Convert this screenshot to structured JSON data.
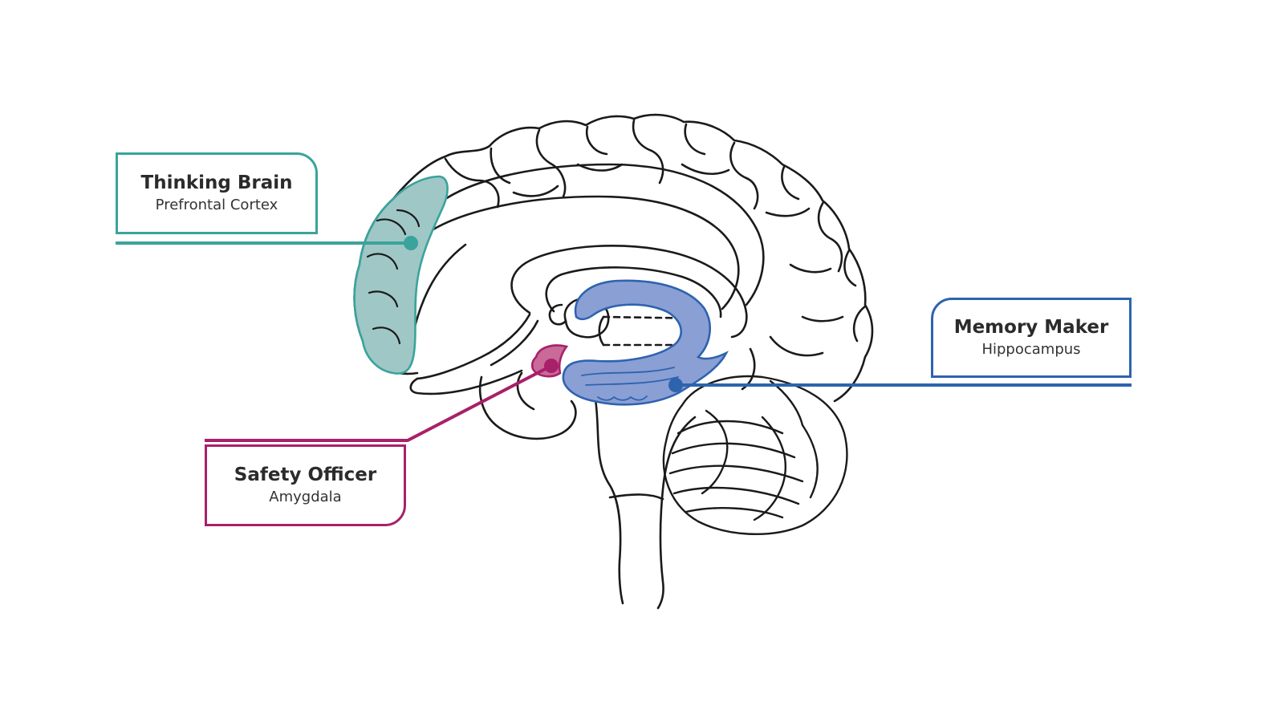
{
  "labels": {
    "thinking": {
      "title": "Thinking Brain",
      "subtitle": "Prefrontal Cortex",
      "color": "#3aa39c",
      "fill": "#9fc7c5"
    },
    "safety": {
      "title": "Safety Officer",
      "subtitle": "Amygdala",
      "color": "#a8206a",
      "fill": "#c96a98"
    },
    "memory": {
      "title": "Memory Maker",
      "subtitle": "Hippocampus",
      "color": "#2e63ae",
      "fill": "#8a9fd4"
    }
  },
  "brain": {
    "outline_color": "#1a1a1a"
  }
}
